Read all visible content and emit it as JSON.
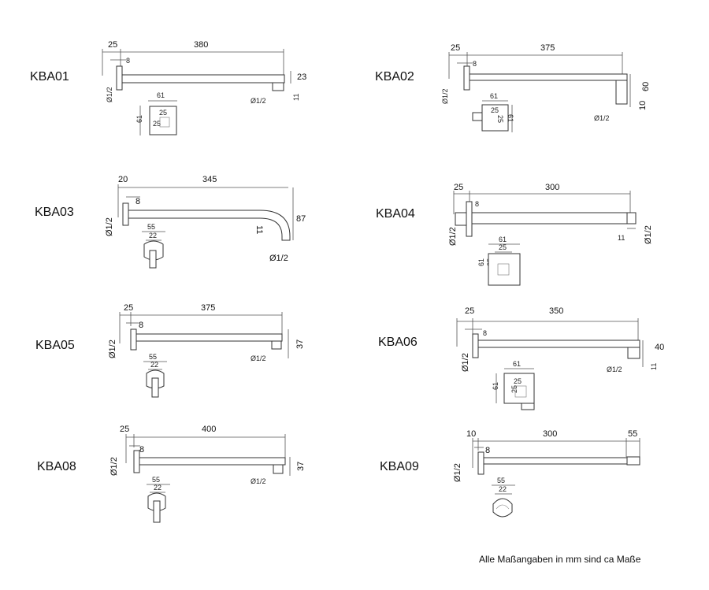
{
  "footnote": "Alle Maßangaben in mm sind ca Maße",
  "products": [
    {
      "code": "KBA01",
      "len": "380",
      "wall": "25",
      "flange": "8",
      "drop": "23",
      "outlet": "11",
      "thread": "Ø1/2",
      "plate_w": "61",
      "plate_h": "61",
      "inner_w": "25",
      "inner_h": "25"
    },
    {
      "code": "KBA02",
      "len": "375",
      "wall": "25",
      "flange": "8",
      "drop": "60",
      "outlet": "10",
      "thread": "Ø1/2",
      "plate_w": "61",
      "plate_h": "61",
      "inner_w": "25",
      "inner_h": "25"
    },
    {
      "code": "KBA03",
      "len": "345",
      "wall": "20",
      "flange": "8",
      "drop": "87",
      "outlet": "11",
      "thread": "Ø1/2",
      "plate_w": "55",
      "inner_w": "22"
    },
    {
      "code": "KBA04",
      "len": "300",
      "wall": "25",
      "flange": "8",
      "outlet": "11",
      "thread": "Ø1/2",
      "plate_w": "61",
      "plate_h": "61",
      "inner_w": "25",
      "inner_h": "25"
    },
    {
      "code": "KBA05",
      "len": "375",
      "wall": "25",
      "flange": "8",
      "drop": "37",
      "thread": "Ø1/2",
      "plate_w": "55",
      "inner_w": "22"
    },
    {
      "code": "KBA06",
      "len": "350",
      "wall": "25",
      "flange": "8",
      "drop": "40",
      "outlet": "11",
      "thread": "Ø1/2",
      "plate_w": "61",
      "plate_h": "61",
      "inner_w": "25",
      "inner_h": "25"
    },
    {
      "code": "KBA08",
      "len": "400",
      "wall": "25",
      "flange": "8",
      "drop": "37",
      "thread": "Ø1/2",
      "plate_w": "55",
      "inner_w": "22"
    },
    {
      "code": "KBA09",
      "len": "300",
      "wall": "10",
      "flange": "8",
      "tip": "55",
      "thread": "Ø1/2",
      "plate_w": "55",
      "inner_w": "22"
    }
  ]
}
